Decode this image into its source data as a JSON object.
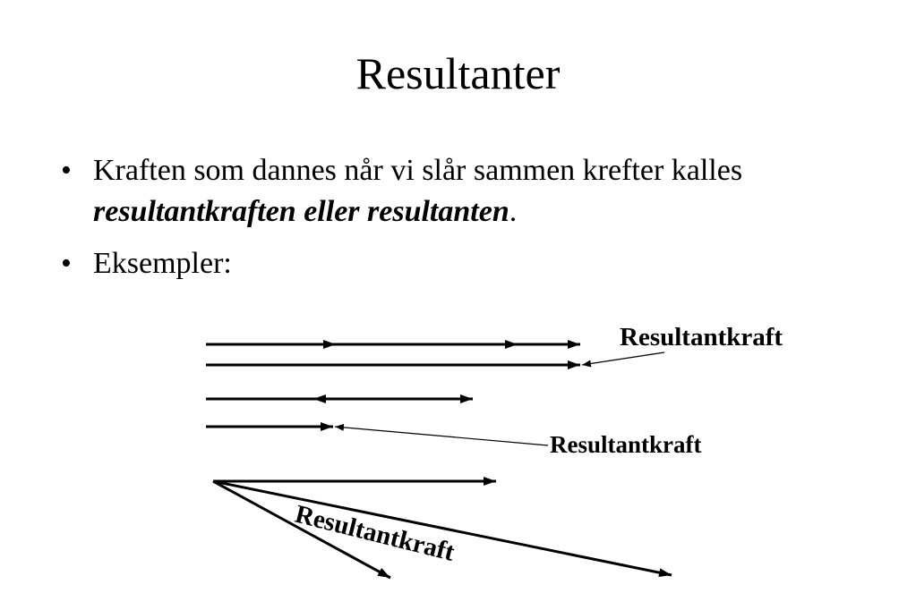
{
  "slide": {
    "title": "Resultanter",
    "bullets": [
      {
        "marker": "•",
        "text_before": "Kraften som dannes når vi slår sammen krefter kalles ",
        "emphasis": "resultantkraften eller resultanten",
        "text_after": "."
      },
      {
        "marker": "•",
        "text": "Eksempler:"
      }
    ]
  },
  "diagram": {
    "labels": {
      "example_1": "Resultantkraft",
      "example_2": "Resultantkraft",
      "example_3": "Resultantkraft"
    }
  }
}
